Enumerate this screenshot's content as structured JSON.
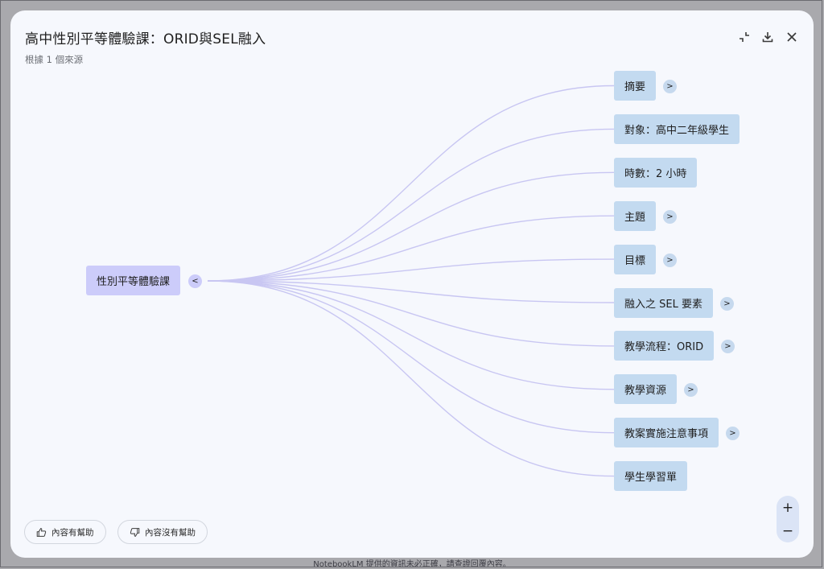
{
  "dialog": {
    "title": "高中性別平等體驗課：ORID與SEL融入",
    "subtitle": "根據 1 個來源",
    "actions": [
      {
        "name": "collapse-icon"
      },
      {
        "name": "download-icon"
      },
      {
        "name": "close-icon"
      }
    ]
  },
  "mindmap": {
    "root": {
      "label": "性別平等體驗課",
      "toggle": "<"
    },
    "children": [
      {
        "label": "摘要",
        "toggle": ">"
      },
      {
        "label": "對象：高中二年級學生",
        "toggle": ""
      },
      {
        "label": "時數：2 小時",
        "toggle": ""
      },
      {
        "label": "主題",
        "toggle": ">"
      },
      {
        "label": "目標",
        "toggle": ">"
      },
      {
        "label": "融入之 SEL 要素",
        "toggle": ">"
      },
      {
        "label": "教學流程：ORID",
        "toggle": ">"
      },
      {
        "label": "教學資源",
        "toggle": ">"
      },
      {
        "label": "教案實施注意事項",
        "toggle": ">"
      },
      {
        "label": "學生學習單",
        "toggle": ""
      }
    ],
    "colors": {
      "edge": "#c8c6f2",
      "root_fill": "#ccccfa",
      "child_fill": "#c3daf0"
    }
  },
  "feedback": {
    "helpful_label": "內容有幫助",
    "not_helpful_label": "內容沒有幫助"
  },
  "zoom": {
    "in_label": "+",
    "out_label": "−"
  },
  "footer": {
    "note": "NotebookLM 提供的資訊未必正確，請查證回覆內容。"
  }
}
